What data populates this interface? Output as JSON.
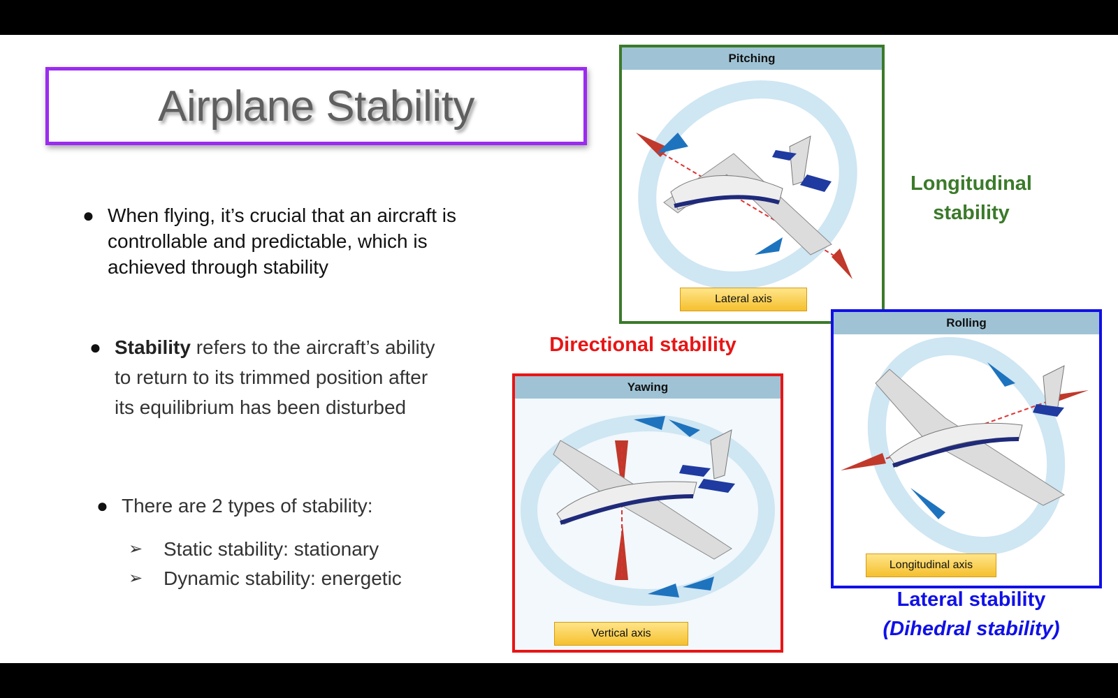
{
  "title": "Airplane Stability",
  "bullets": {
    "b1": "When flying, it’s crucial that an aircraft is controllable and predictable, which is achieved through stability",
    "b2_bold": "Stability",
    "b2_rest": " refers to the aircraft’s ability to return to its trimmed position after its equilibrium has been disturbed",
    "b3": "There are 2 types of stability:",
    "sub1": "Static stability: stationary",
    "sub2": "Dynamic stability: energetic",
    "dot": "●",
    "arrow": "➢"
  },
  "panels": {
    "pitching": {
      "header": "Pitching",
      "axis": "Lateral axis"
    },
    "rolling": {
      "header": "Rolling",
      "axis": "Longitudinal axis"
    },
    "yawing": {
      "header": "Yawing",
      "axis": "Vertical axis"
    }
  },
  "captions": {
    "longitudinal_line1": "Longitudinal",
    "longitudinal_line2": "stability",
    "directional": "Directional stability",
    "lateral_line1": "Lateral stability",
    "lateral_line2": "(Dihedral stability)"
  },
  "colors": {
    "title_border": "#9b2bf0",
    "pitch_border": "#3b7a2a",
    "roll_border": "#1010e8",
    "yaw_border": "#e81515"
  }
}
